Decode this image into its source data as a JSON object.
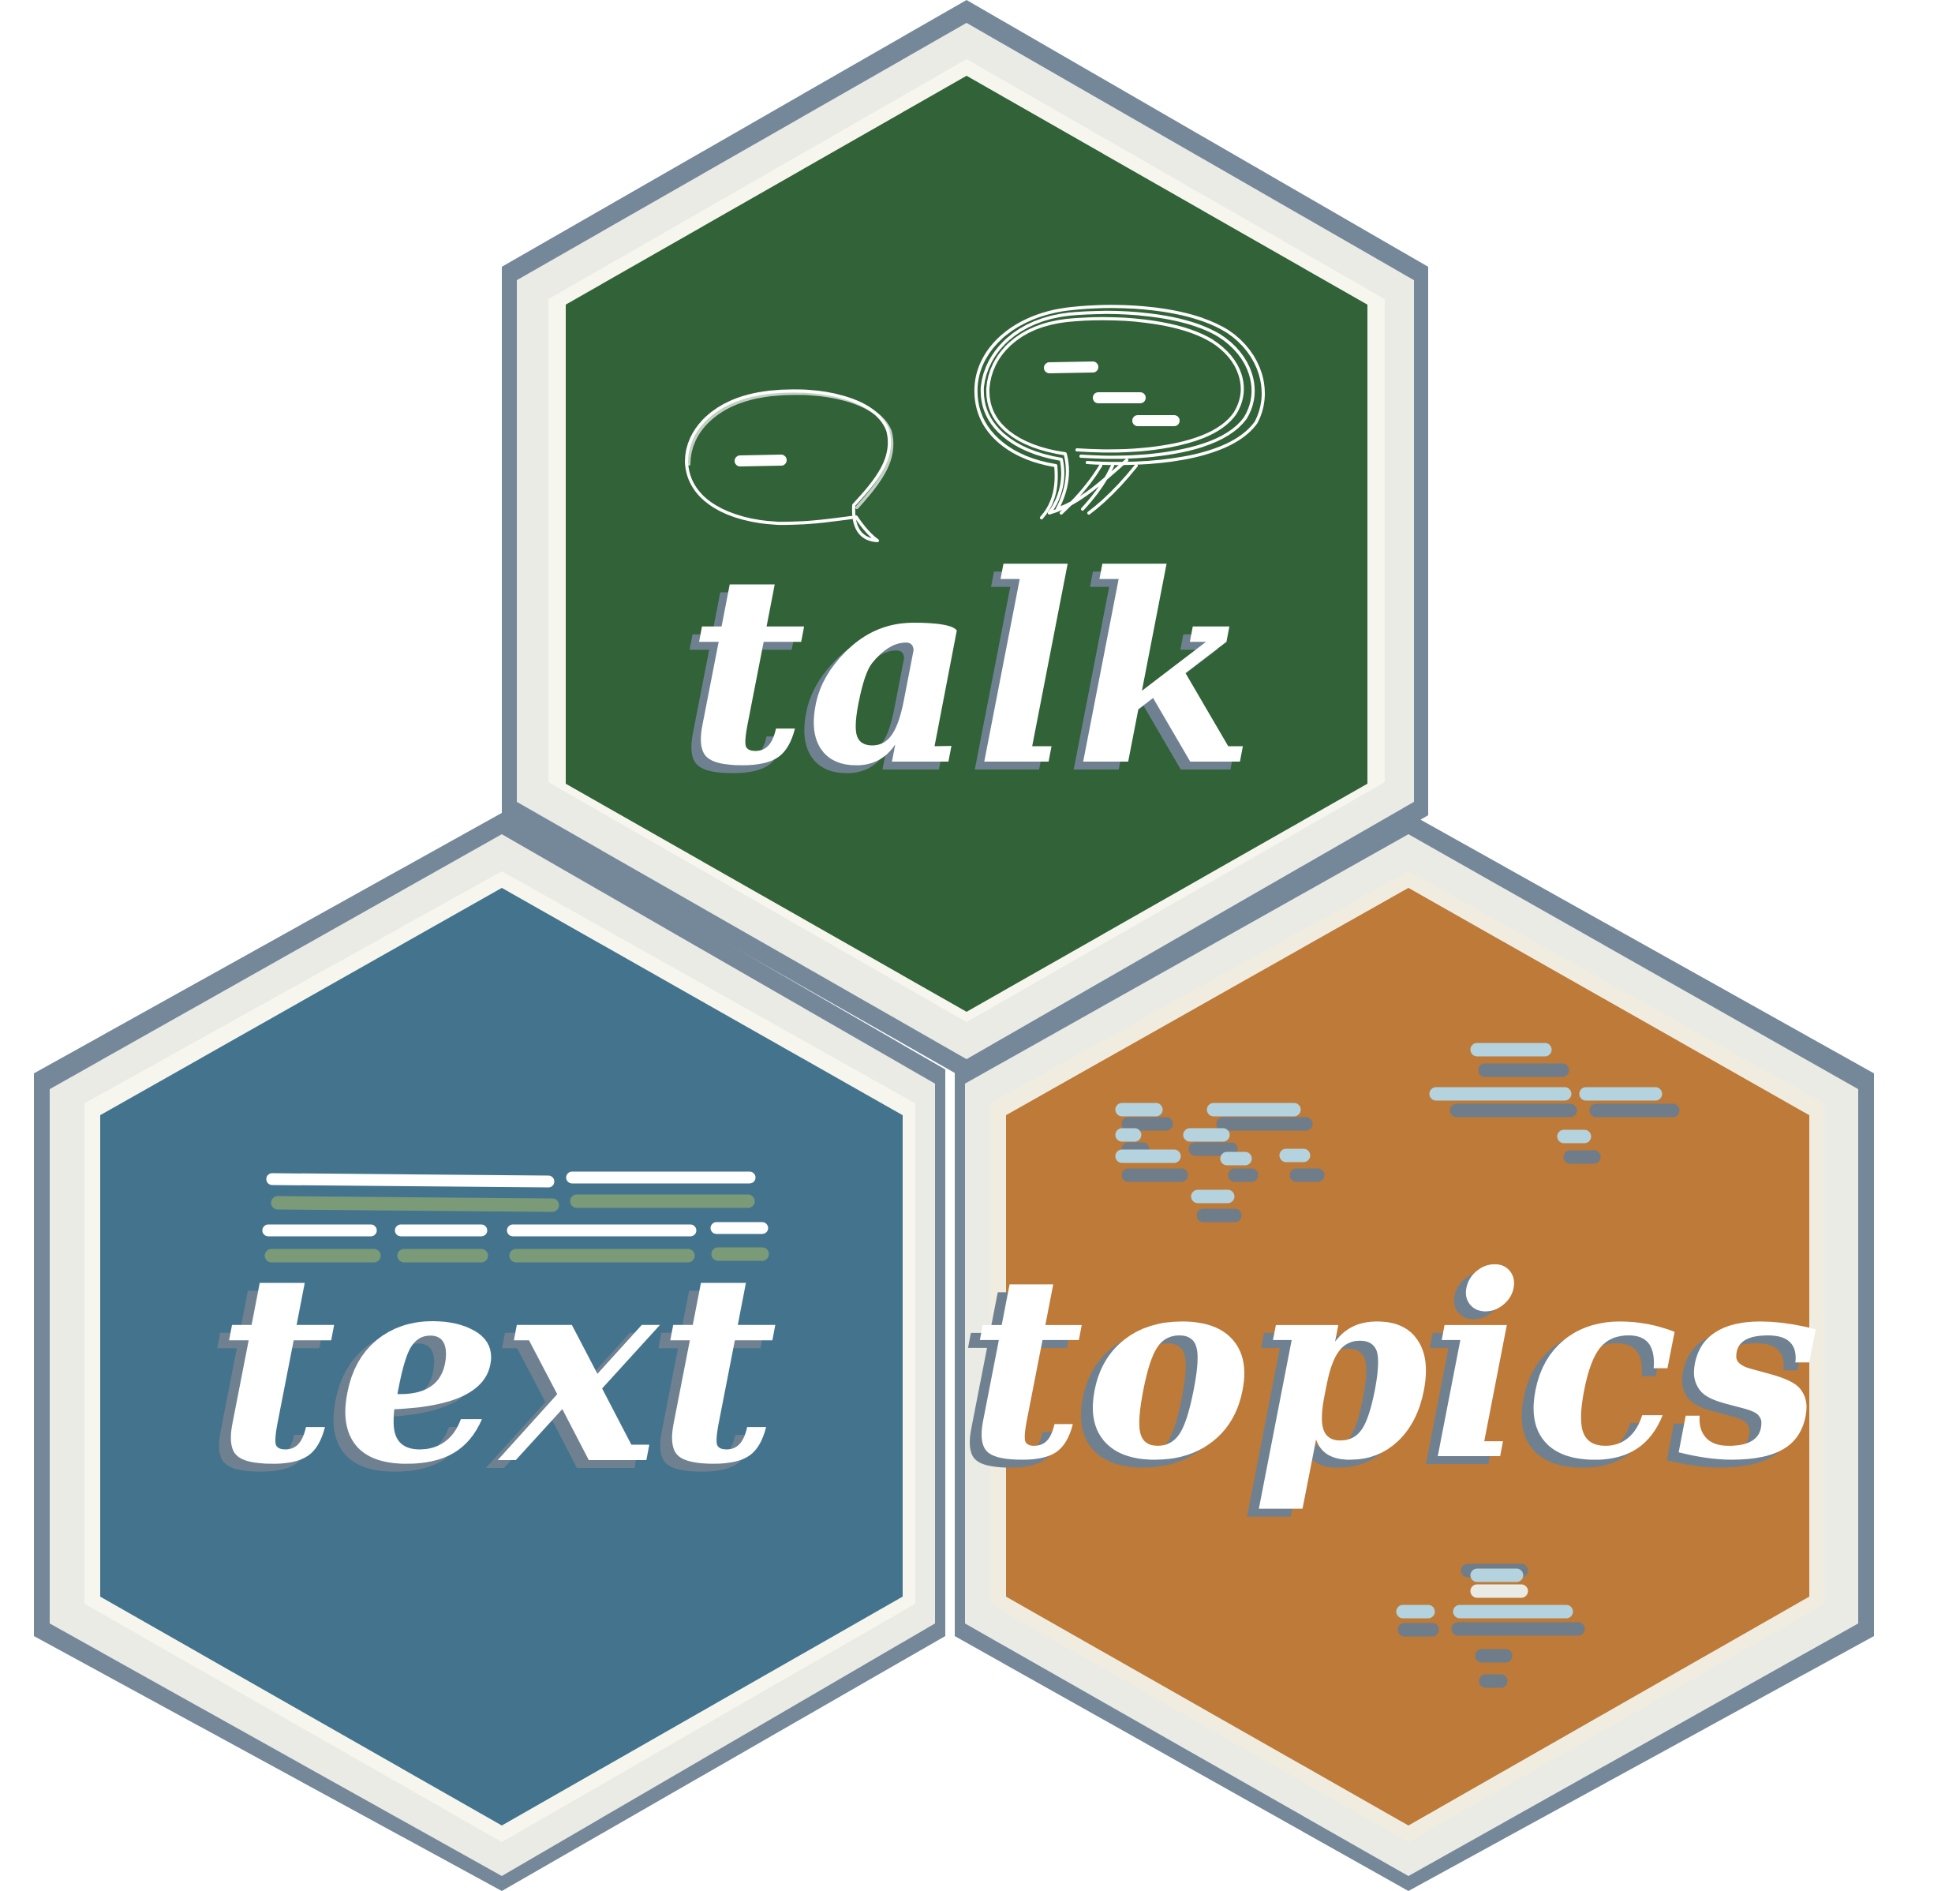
{
  "colors": {
    "outline": "#75889a",
    "bezel": "#ebebe6",
    "inner_ring": "#f6f6ef",
    "talk_fill": "#326237",
    "text_fill": "#44748d",
    "topics_fill": "#bd7a38",
    "label_text": "#ffffff",
    "label_shadow": "#6f8191",
    "text_stripe_accent": "#7a9a78",
    "topics_stripe_light": "#b4d3de",
    "topics_stripe_dark": "#6f7c8a"
  },
  "hexes": {
    "talk": {
      "label": "talk",
      "icon": "speech-bubbles-icon"
    },
    "text": {
      "label": "text",
      "icon": "text-lines-icon"
    },
    "topics": {
      "label": "topics",
      "icon": "topic-dashes-icon"
    }
  }
}
